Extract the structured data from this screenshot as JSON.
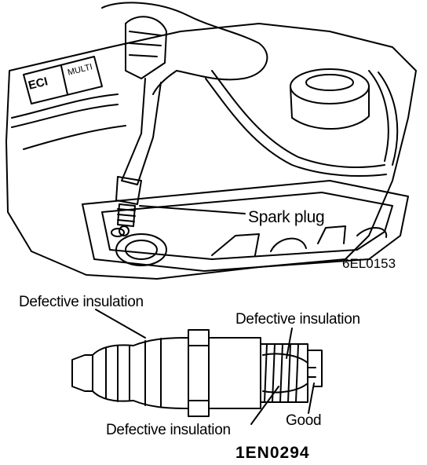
{
  "engine_figure": {
    "callout_spark_plug": "Spark plug",
    "figure_code": "6EL0153",
    "engine_badge_left": "ECI",
    "engine_badge_right": "MULTI"
  },
  "plug_figure": {
    "callout_insulation_top_left": "Defective insulation",
    "callout_insulation_top_right": "Defective insulation",
    "callout_insulation_bottom": "Defective insulation",
    "callout_good": "Good",
    "figure_code": "1EN0294"
  }
}
